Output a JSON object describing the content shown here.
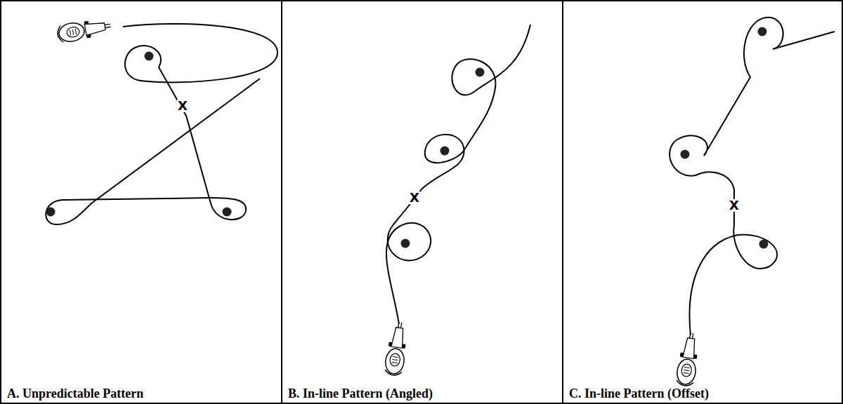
{
  "diagram": {
    "nodes": [
      {
        "text": [
          "X",
          "A. Unpredictable Pattern"
        ]
      },
      {
        "text": [
          "X",
          "B. In-line Pattern (Angled)"
        ]
      },
      {
        "text": [
          "X",
          "C. In-line Pattern (Offset)"
        ]
      }
    ]
  }
}
